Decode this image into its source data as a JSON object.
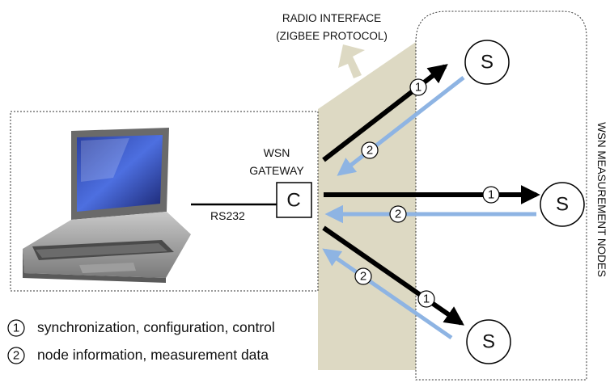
{
  "radio_interface": {
    "line1": "RADIO INTERFACE",
    "line2": "(ZIGBEE PROTOCOL)"
  },
  "gateway": {
    "line1": "WSN",
    "line2": "GATEWAY",
    "node_label": "C"
  },
  "link_label": "RS232",
  "measurement_nodes_label": "WSN MEASUREMENT NODES",
  "node_label": "S",
  "markers": {
    "one": "1",
    "two": "2"
  },
  "legend": [
    {
      "marker": "1",
      "text": "synchronization, configuration, control"
    },
    {
      "marker": "2",
      "text": "node information, measurement data"
    }
  ],
  "colors": {
    "downlink": "#000000",
    "uplink": "#8eb4e3",
    "radio_band": "#ddd9c3"
  },
  "icons": [
    "laptop-icon"
  ]
}
